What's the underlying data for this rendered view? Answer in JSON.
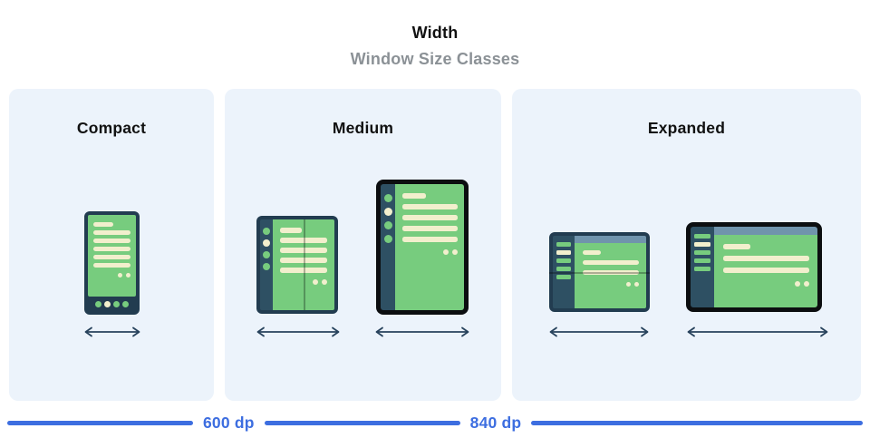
{
  "header": {
    "title": "Width",
    "subtitle": "Window Size Classes"
  },
  "panels": [
    {
      "label": "Compact",
      "devices": [
        "phone"
      ]
    },
    {
      "label": "Medium",
      "devices": [
        "foldable-portrait",
        "tablet-portrait"
      ]
    },
    {
      "label": "Expanded",
      "devices": [
        "foldable-landscape",
        "tablet-landscape"
      ]
    }
  ],
  "scale": {
    "breakpoints": [
      "600 dp",
      "840 dp"
    ]
  },
  "colors": {
    "accent_blue": "#3D6EE0",
    "panel_bg": "#ECF3FB",
    "device_green": "#77CC7E",
    "device_navy": "#223C50",
    "sidebar_teal": "#2E5063",
    "cream": "#F2EFCD",
    "slate_bar": "#7094AC",
    "frame_black": "#0C0E10",
    "subtitle_gray": "#8B9196",
    "arrow_navy": "#27425C"
  }
}
